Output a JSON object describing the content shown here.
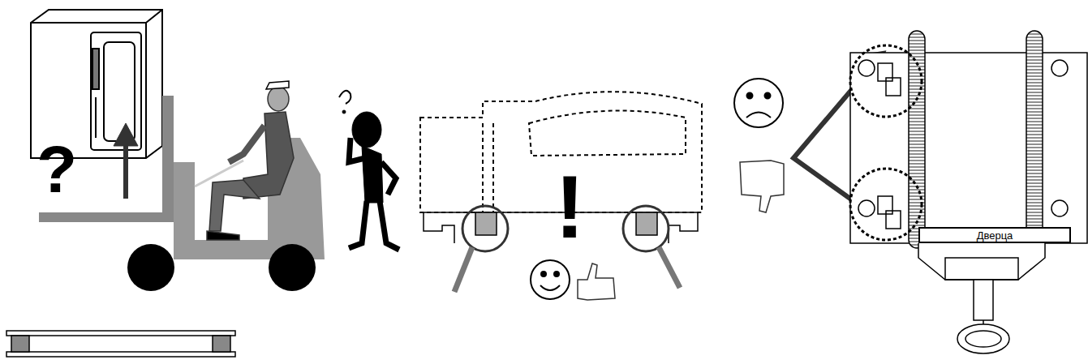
{
  "diagram": {
    "nodes": [
      {
        "text": [
          "Дверца"
        ]
      }
    ],
    "labels": [
      "?",
      "!"
    ]
  }
}
